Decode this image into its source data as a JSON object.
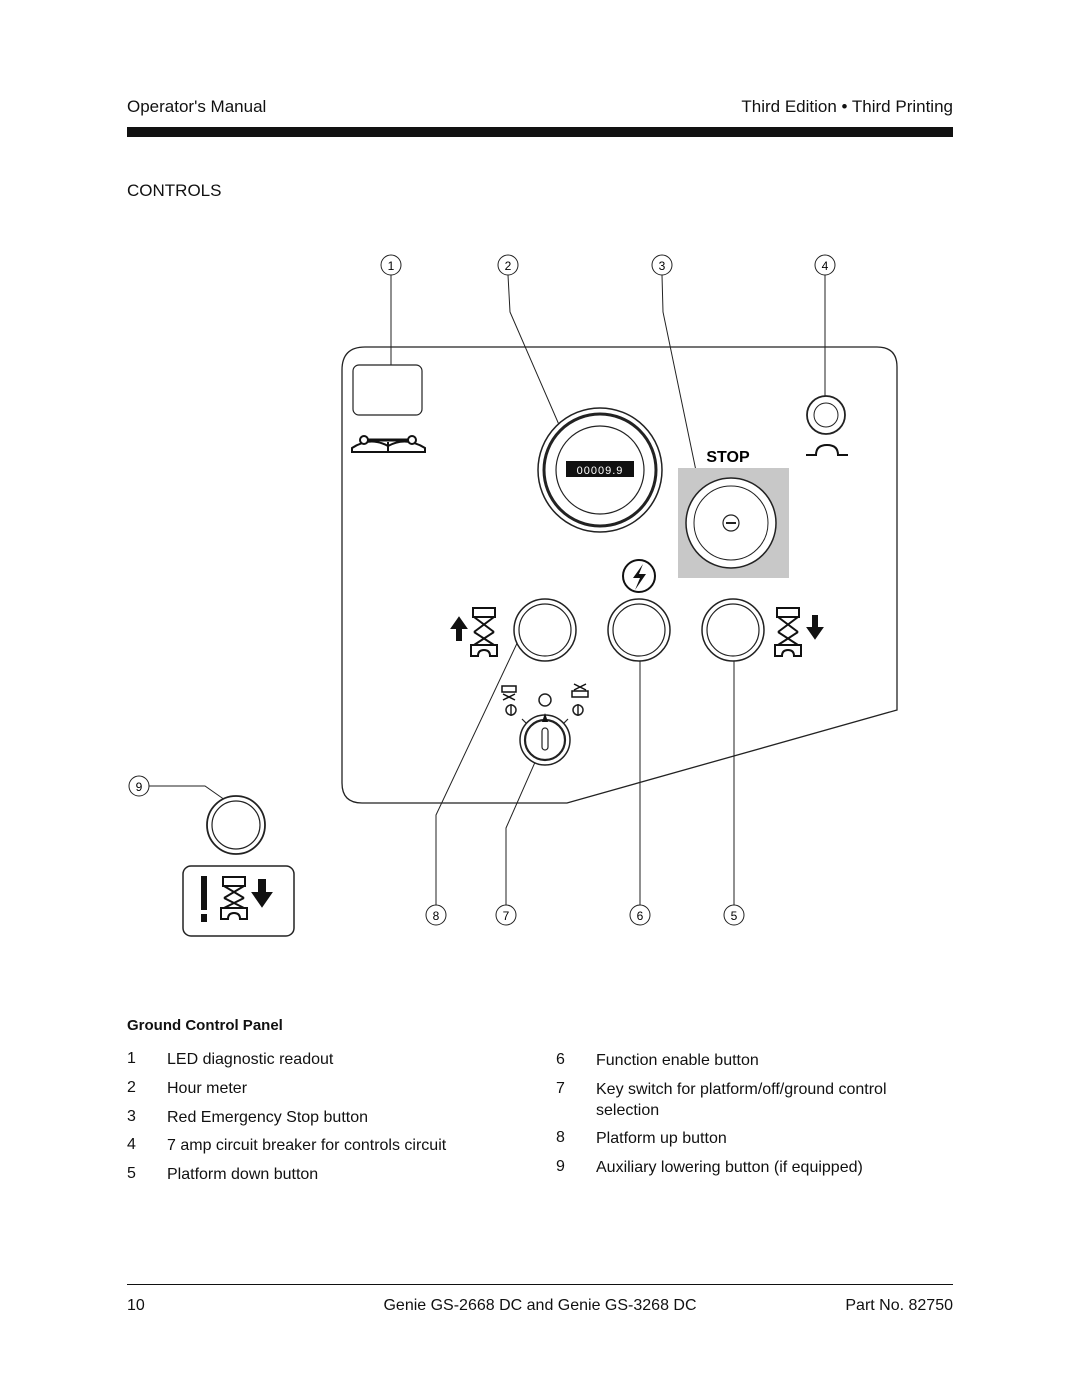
{
  "header": {
    "left": "Operator's Manual",
    "right": "Third Edition • Third Printing"
  },
  "section_title": "CONTROLS",
  "diagram": {
    "callouts": [
      "1",
      "2",
      "3",
      "4",
      "5",
      "6",
      "7",
      "8",
      "9"
    ],
    "hour_meter_reading": "00009.9",
    "stop_label": "STOP",
    "icons": [
      "manual-wrench-icon",
      "lightning-icon",
      "platform-up-icon",
      "platform-down-icon",
      "warning-exclamation-icon",
      "circuit-breaker-symbol-icon"
    ]
  },
  "figure_title": "Ground Control Panel",
  "legend": {
    "left": [
      {
        "num": "1",
        "text": "LED diagnostic readout"
      },
      {
        "num": "2",
        "text": "Hour meter"
      },
      {
        "num": "3",
        "text": "Red Emergency Stop button"
      },
      {
        "num": "4",
        "text": "7 amp circuit breaker for controls circuit"
      },
      {
        "num": "5",
        "text": "Platform down button"
      }
    ],
    "right": [
      {
        "num": "6",
        "text": "Function enable button"
      },
      {
        "num": "7",
        "text": "Key switch for platform/off/ground control selection"
      },
      {
        "num": "8",
        "text": "Platform up button"
      },
      {
        "num": "9",
        "text": "Auxiliary lowering button (if equipped)"
      }
    ]
  },
  "footer": {
    "page": "10",
    "model": "Genie GS-2668 DC and Genie GS-3268 DC",
    "part": "Part No. 82750"
  }
}
